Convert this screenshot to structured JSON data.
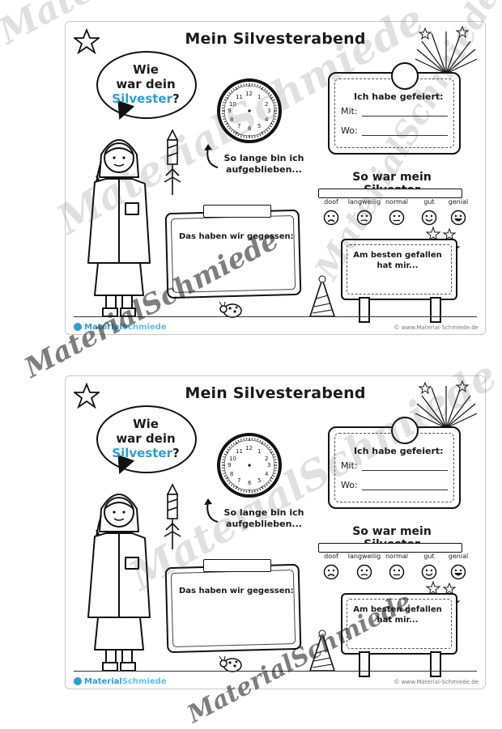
{
  "worksheet": {
    "title": "Mein Silvesterabend",
    "bubble": {
      "line1": "Wie",
      "line2": "war dein",
      "highlight": "Silvester",
      "punct": "?"
    },
    "clock_numbers": [
      "12",
      "1",
      "2",
      "3",
      "4",
      "5",
      "6",
      "7",
      "8",
      "9",
      "10",
      "11"
    ],
    "clock_caption": "So lange bin ich aufgeblieben...",
    "place": {
      "heading": "Ich habe gefeiert:",
      "with_label": "Mit:",
      "where_label": "Wo:"
    },
    "rating": {
      "title": "So war mein Silvester",
      "labels": [
        "doof",
        "langweilig",
        "normal",
        "gut",
        "genial"
      ]
    },
    "ate_label": "Das haben wir gegessen:",
    "best_label": "Am besten gefallen hat mir...",
    "brand": {
      "prefix": "Material",
      "suffix": "Schmiede"
    },
    "copyright": "© www.Material-Schmiede.de"
  },
  "watermark": "MaterialSchmiede",
  "colors": {
    "accent": "#2a9fd6",
    "ink": "#1a1a1a"
  },
  "icons": [
    "star-icon",
    "fireworks-icon",
    "rocket-icon",
    "ladybug-icon",
    "party-hat-icon",
    "girl-illustration",
    "clock-icon",
    "face-icons"
  ]
}
